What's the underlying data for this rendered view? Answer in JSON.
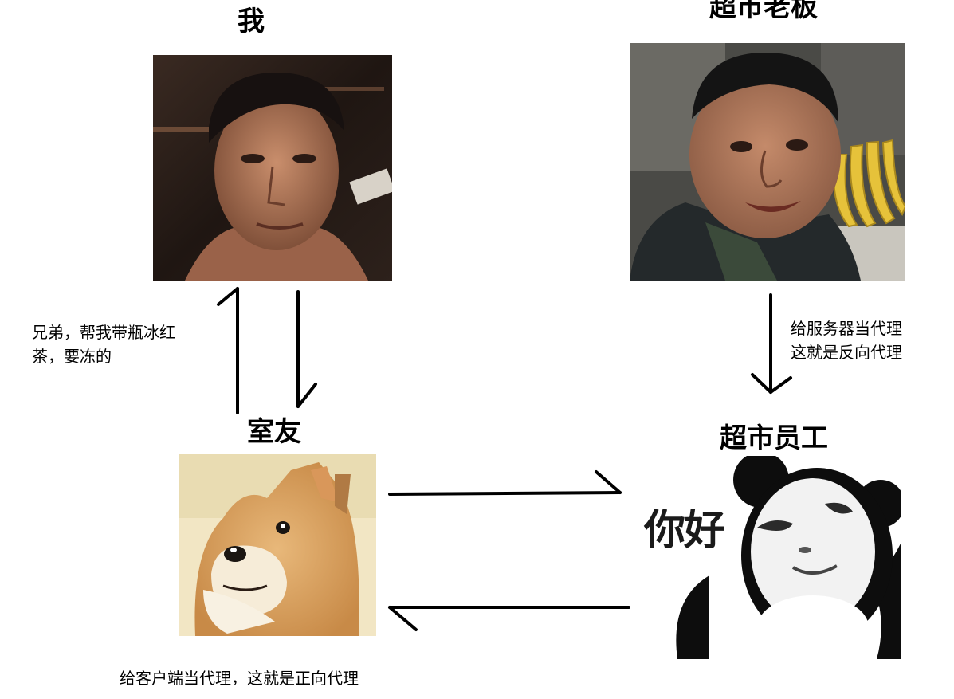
{
  "nodes": {
    "me": {
      "label": "我"
    },
    "boss": {
      "label": "超市老板"
    },
    "roommate": {
      "label": "室友"
    },
    "clerk": {
      "label": "超市员工",
      "image_text": "你好"
    }
  },
  "notes": {
    "request_line1": "兄弟，帮我带瓶冰红",
    "request_line2": "茶，要冻的",
    "reverse_line1": "给服务器当代理",
    "reverse_line2": "这就是反向代理",
    "forward": "给客户端当代理，这就是正向代理"
  }
}
